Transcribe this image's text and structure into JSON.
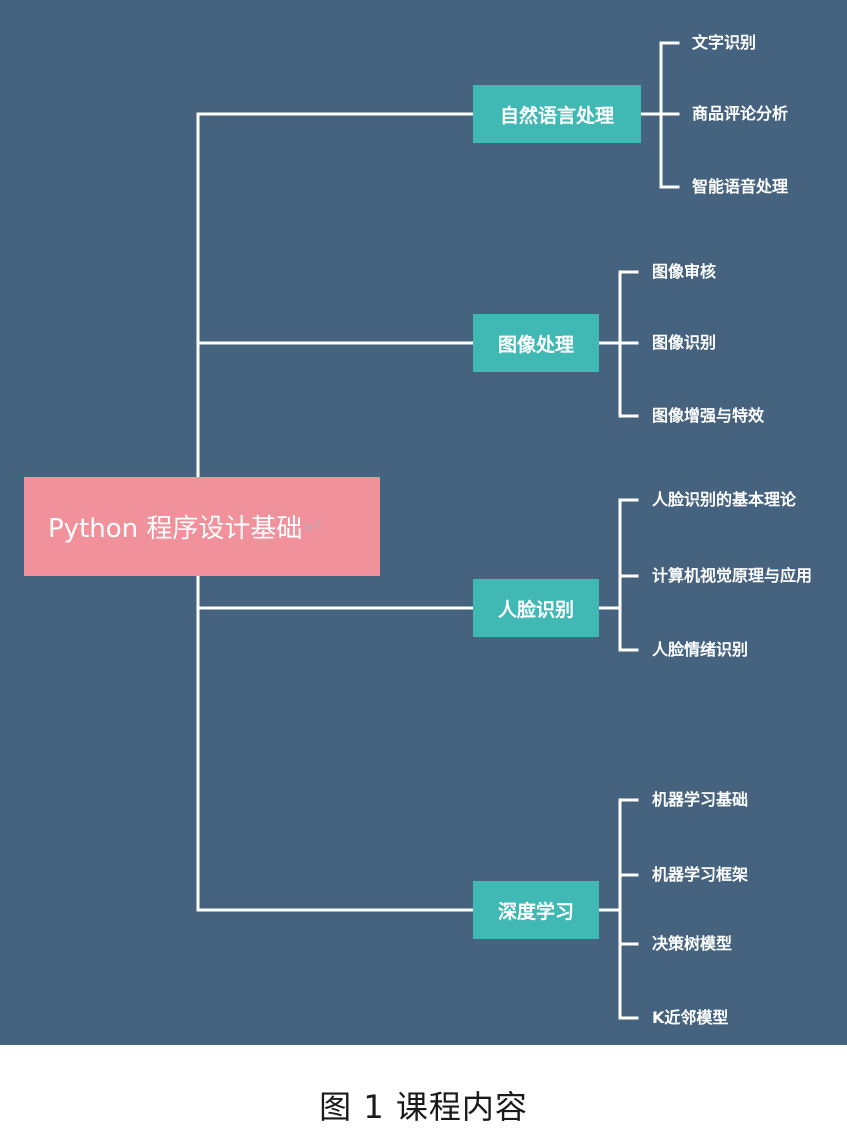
{
  "diagram": {
    "root": {
      "label": "Python 程序设计基础",
      "return_mark": "↵"
    },
    "branches": [
      {
        "label": "自然语言处理",
        "children": [
          "文字识别",
          "商品评论分析",
          "智能语音处理"
        ]
      },
      {
        "label": "图像处理",
        "children": [
          "图像审核",
          "图像识别",
          "图像增强与特效"
        ]
      },
      {
        "label": "人脸识别",
        "children": [
          "人脸识别的基本理论",
          "计算机视觉原理与应用",
          "人脸情绪识别"
        ]
      },
      {
        "label": "深度学习",
        "children": [
          "机器学习基础",
          "机器学习框架",
          "决策树模型",
          "K近邻模型"
        ]
      }
    ]
  },
  "colors": {
    "background": "#45637f",
    "root": "#f0919c",
    "category": "#40b8b4",
    "line": "#ffffff"
  },
  "caption": "图 1 课程内容"
}
